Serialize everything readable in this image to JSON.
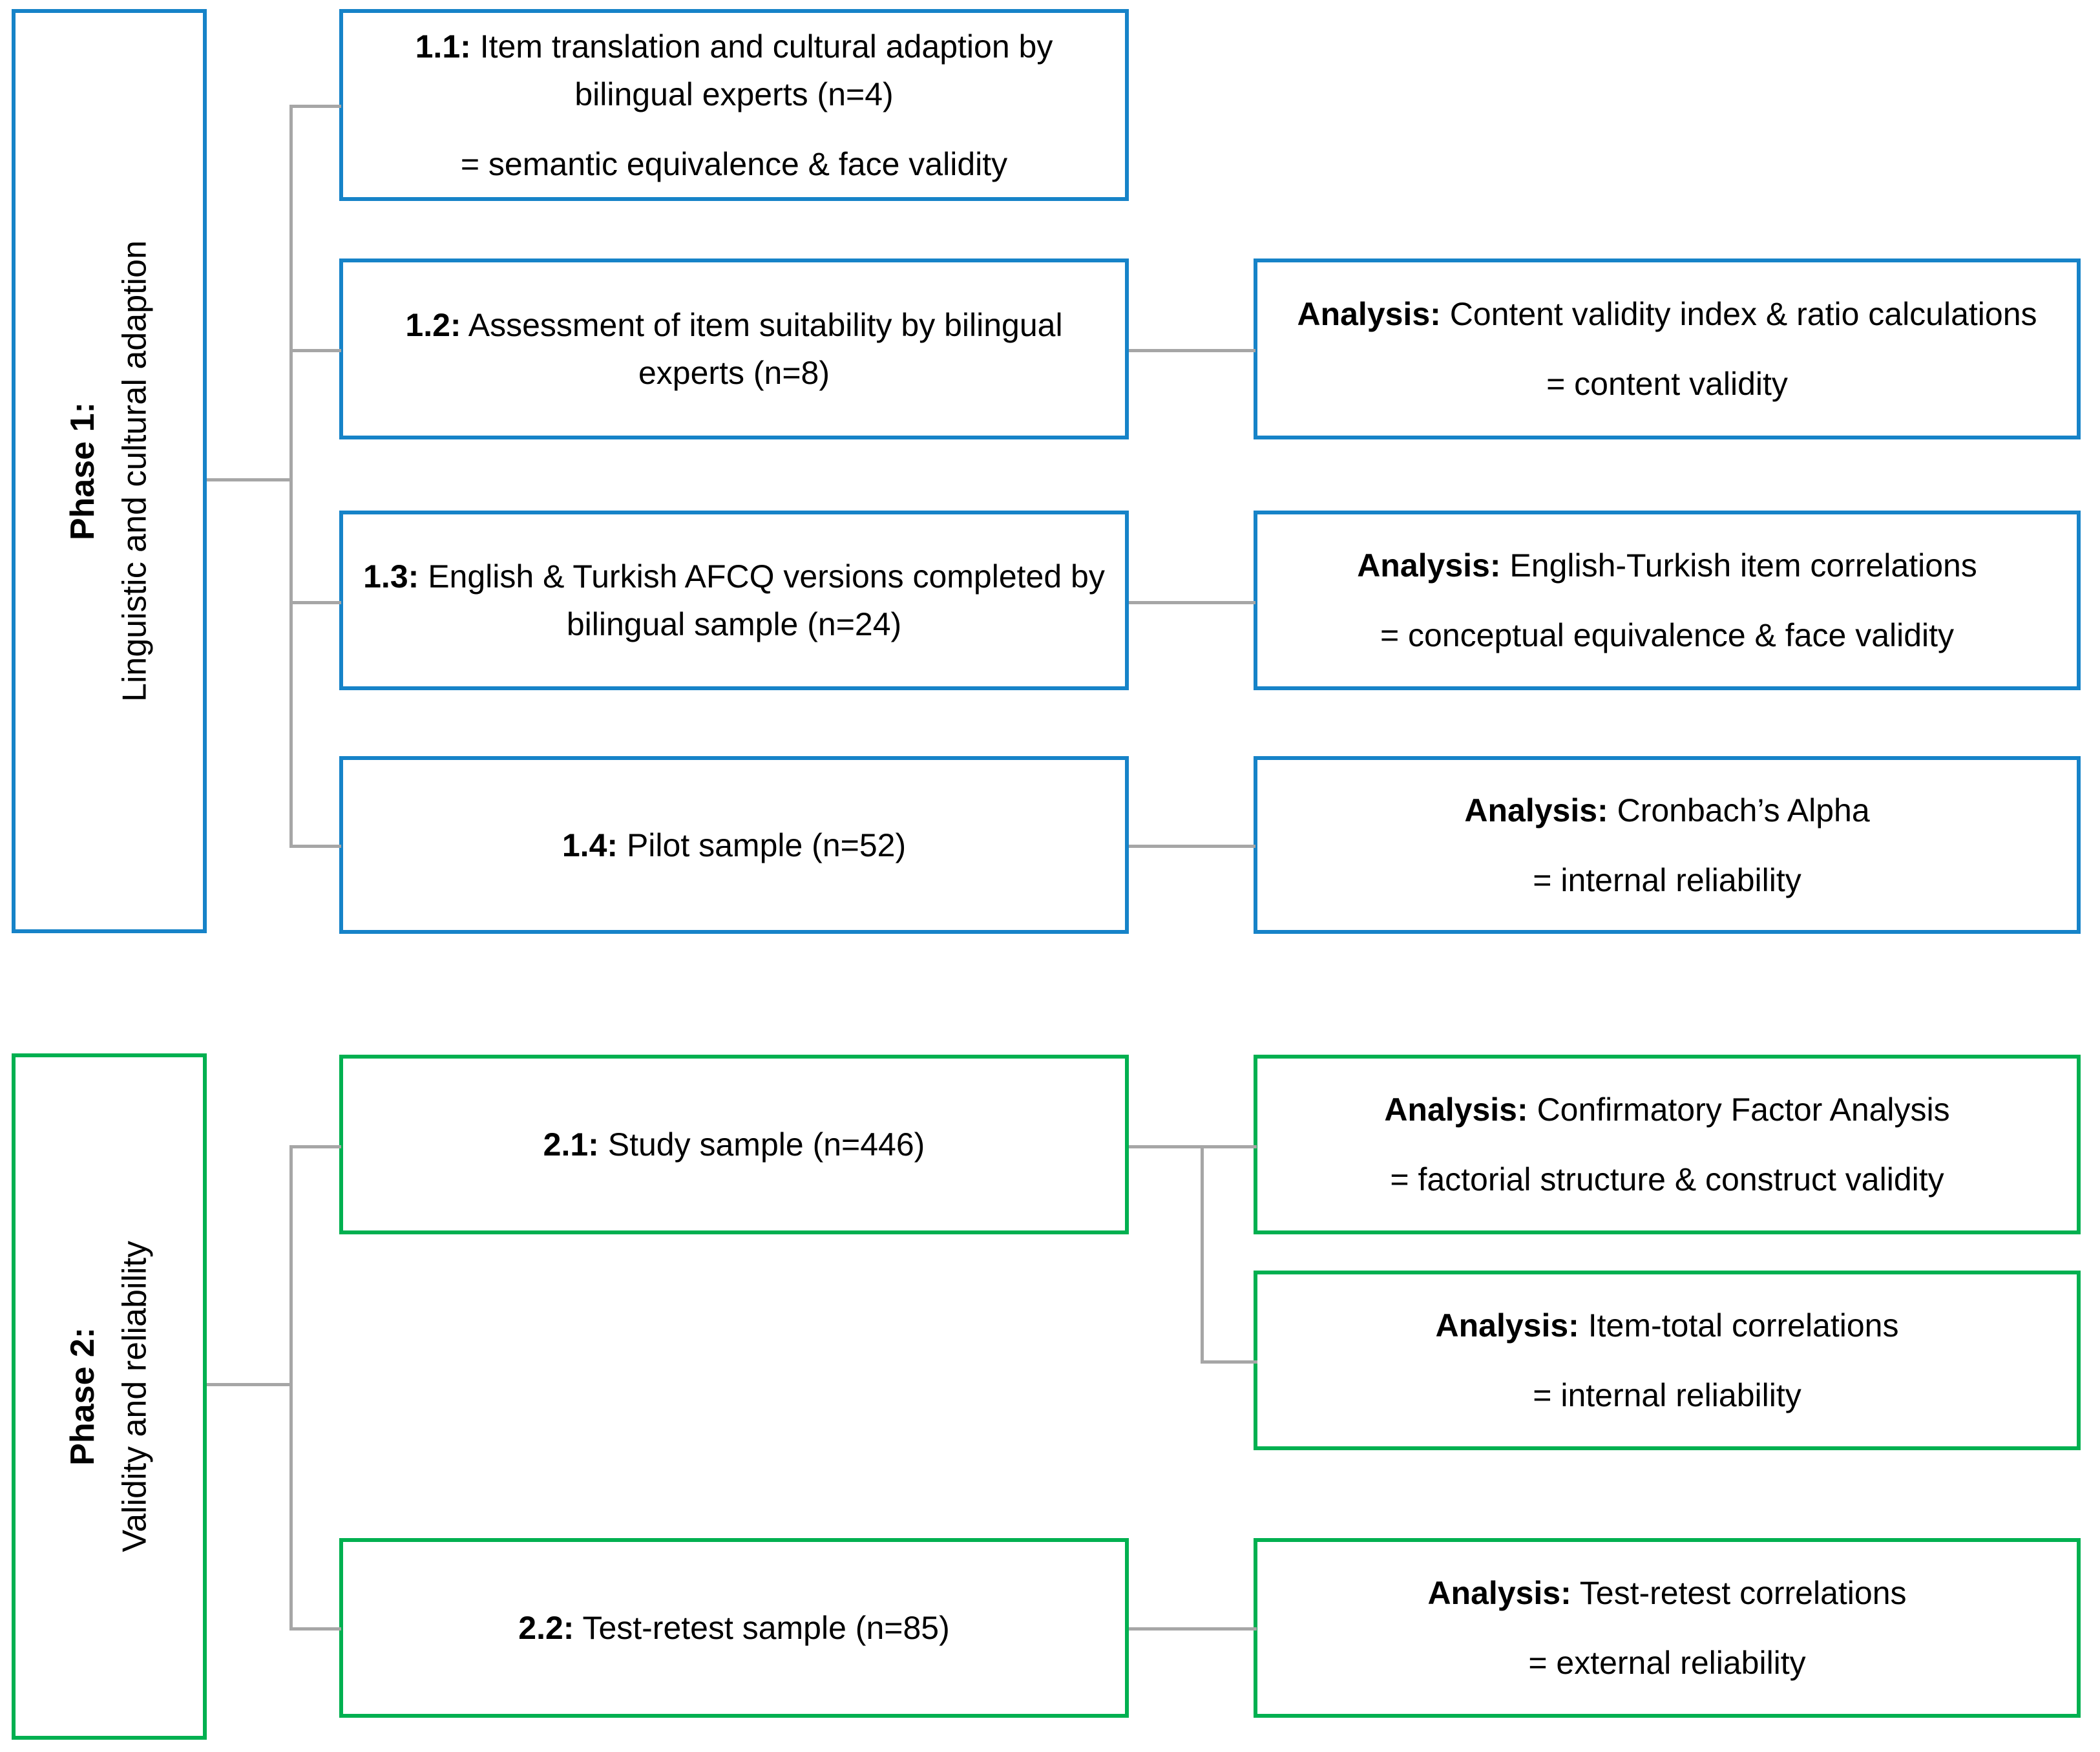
{
  "diagram": {
    "title": "AFCQ Turkish adaptation study flow diagram",
    "colors": {
      "phase1_border": "#1683C8",
      "phase2_border": "#00B050",
      "connector": "#A6A6A6",
      "text": "#000000",
      "background": "#FFFFFF"
    }
  },
  "phases": [
    {
      "id": "phase-1",
      "title": "Phase 1:",
      "subtitle": "Linguistic and cultural adaption",
      "color": "#1683C8"
    },
    {
      "id": "phase-2",
      "title": "Phase 2:",
      "subtitle": "Validity and reliability",
      "color": "#00B050"
    }
  ],
  "steps": [
    {
      "id": "step-1-1",
      "label": "1.1:",
      "text": "Item translation and cultural adaption by bilingual experts (n=4)",
      "outcome": "= semantic equivalence & face validity"
    },
    {
      "id": "step-1-2",
      "label": "1.2:",
      "text": "Assessment of item suitability by bilingual experts (n=8)",
      "outcome": ""
    },
    {
      "id": "step-1-3",
      "label": "1.3:",
      "text": "English & Turkish AFCQ versions completed by bilingual sample (n=24)",
      "outcome": ""
    },
    {
      "id": "step-1-4",
      "label": "1.4:",
      "text": "Pilot sample (n=52)",
      "outcome": ""
    },
    {
      "id": "step-2-1",
      "label": "2.1:",
      "text": "Study sample (n=446)",
      "outcome": ""
    },
    {
      "id": "step-2-2",
      "label": "2.2:",
      "text": "Test-retest sample (n=85)",
      "outcome": ""
    }
  ],
  "analyses": [
    {
      "id": "analysis-1-2",
      "label": "Analysis:",
      "text": "Content validity index & ratio calculations",
      "outcome": "= content validity"
    },
    {
      "id": "analysis-1-3",
      "label": "Analysis:",
      "text": "English-Turkish item correlations",
      "outcome": "= conceptual equivalence & face validity"
    },
    {
      "id": "analysis-1-4",
      "label": "Analysis:",
      "text": "Cronbach’s Alpha",
      "outcome": "= internal reliability"
    },
    {
      "id": "analysis-2-1-cfa",
      "label": "Analysis:",
      "text": "Confirmatory Factor Analysis",
      "outcome": "= factorial structure & construct validity"
    },
    {
      "id": "analysis-2-1-itc",
      "label": "Analysis:",
      "text": "Item-total correlations",
      "outcome": "= internal reliability"
    },
    {
      "id": "analysis-2-2",
      "label": "Analysis:",
      "text": "Test-retest correlations",
      "outcome": "= external reliability"
    }
  ]
}
